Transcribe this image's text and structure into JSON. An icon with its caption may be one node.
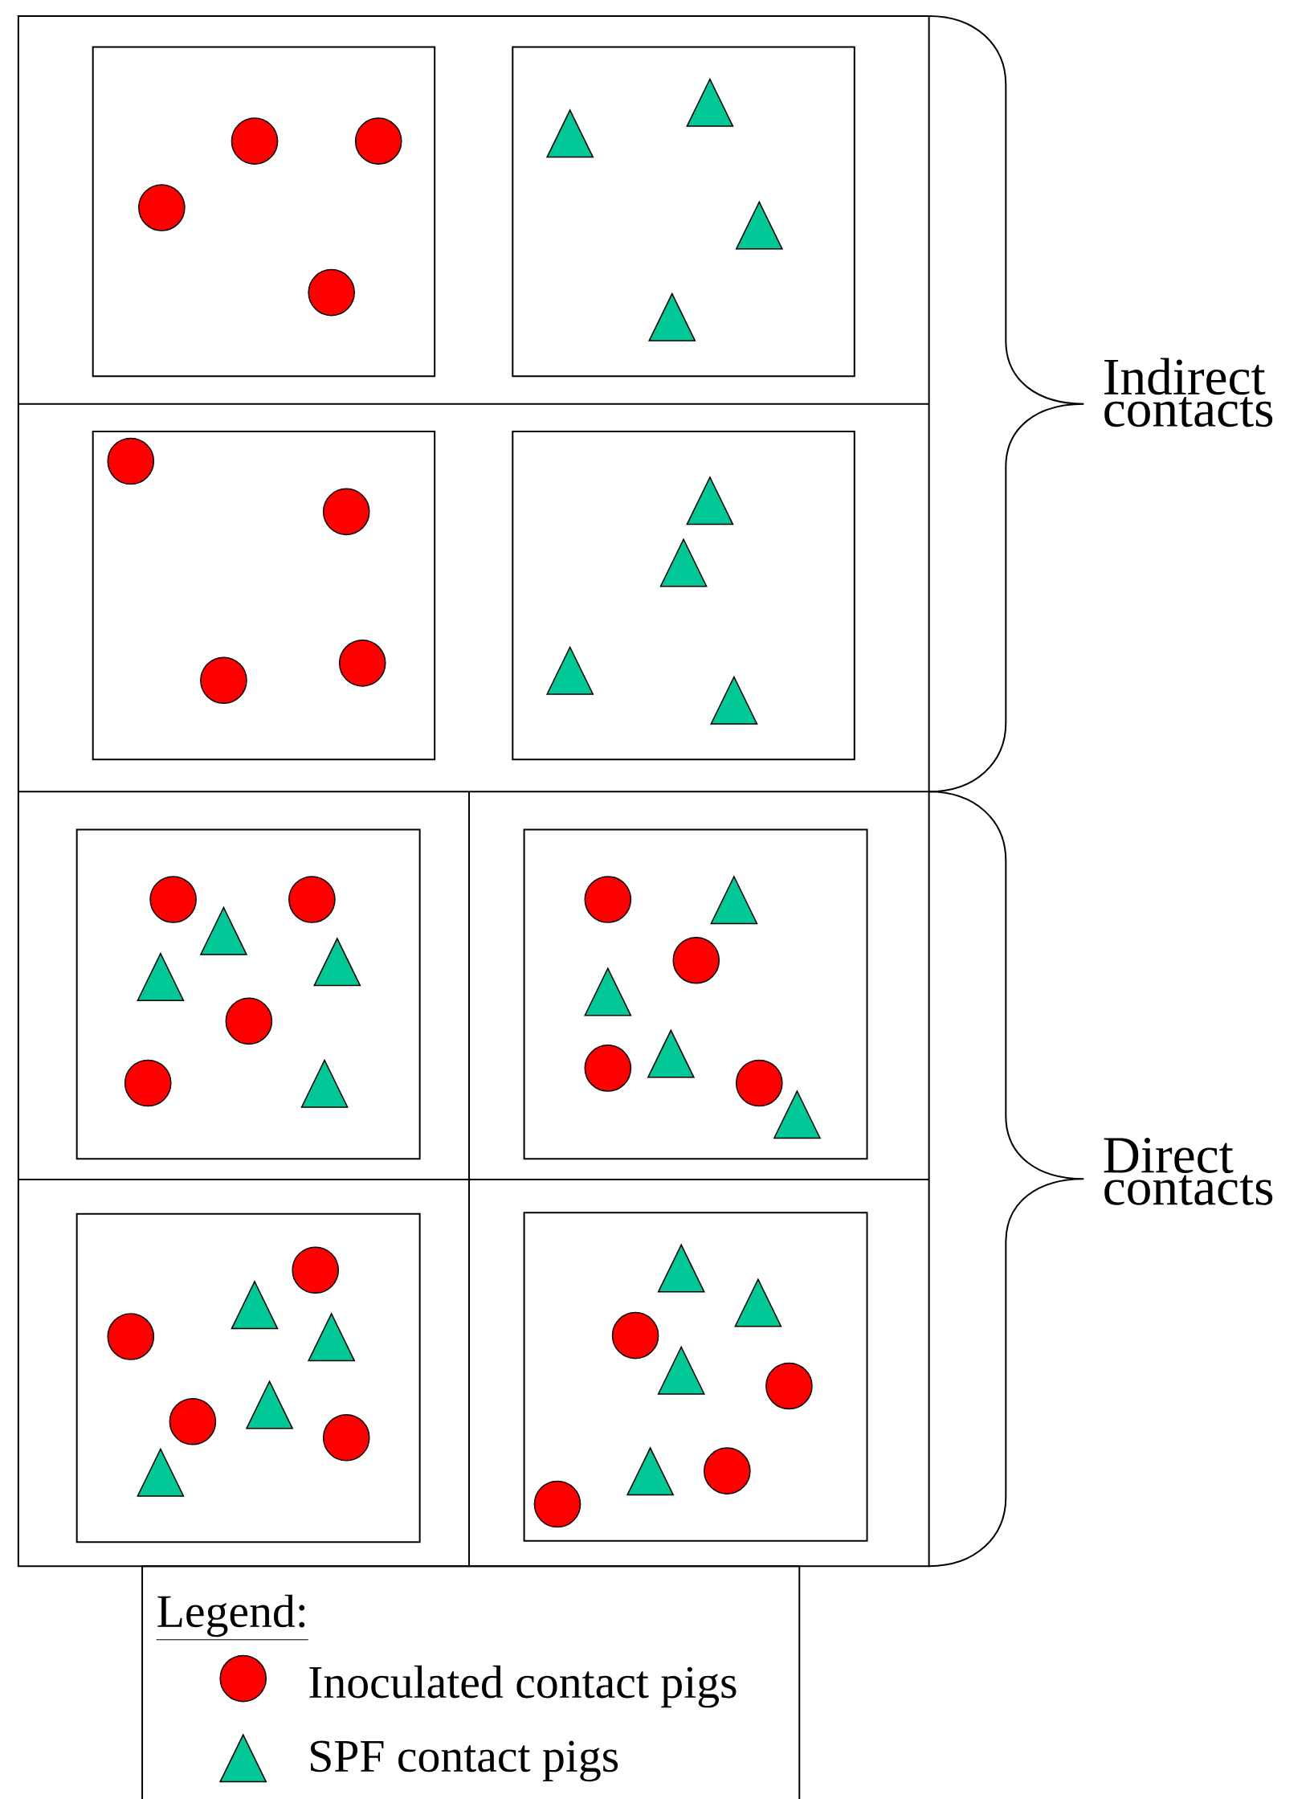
{
  "diagram": {
    "labels": [
      "Indirect contacts",
      "Direct contacts",
      "Legend:"
    ],
    "legend": [
      {
        "text": "Inoculated contact pigs"
      },
      {
        "text": "SPF contact pigs"
      }
    ]
  }
}
